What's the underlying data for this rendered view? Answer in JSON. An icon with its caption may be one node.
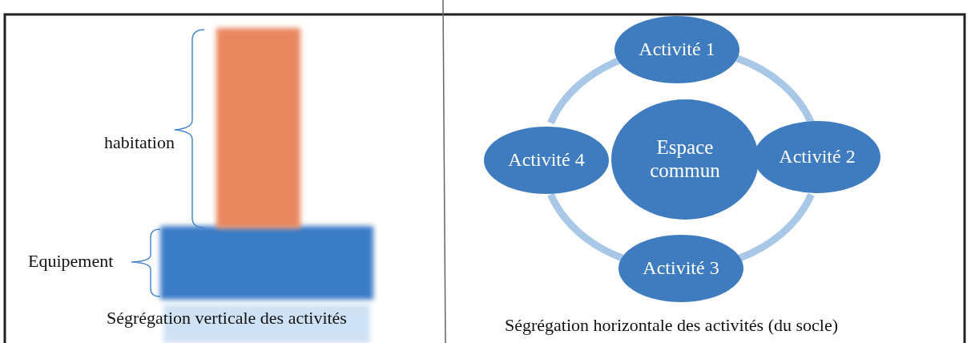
{
  "diagram": {
    "nodes": [
      {
        "text": [
          "Activité 1"
        ]
      },
      {
        "text": [
          "Activité 4"
        ]
      },
      {
        "text": [
          "Espace commun"
        ]
      },
      {
        "text": [
          "Activité 2"
        ]
      },
      {
        "text": [
          "Activité 3"
        ]
      }
    ],
    "edges": [
      {
        "from": 0,
        "to": 3,
        "arrow": "none"
      },
      {
        "from": 3,
        "to": 4,
        "arrow": "none"
      },
      {
        "from": 4,
        "to": 1,
        "arrow": "none"
      },
      {
        "from": 1,
        "to": 0,
        "arrow": "none"
      }
    ],
    "labels": [
      "habitation",
      "Equipement",
      "Ségrégation verticale des activités",
      "Ségrégation horizontale des activités (du socle)"
    ]
  }
}
